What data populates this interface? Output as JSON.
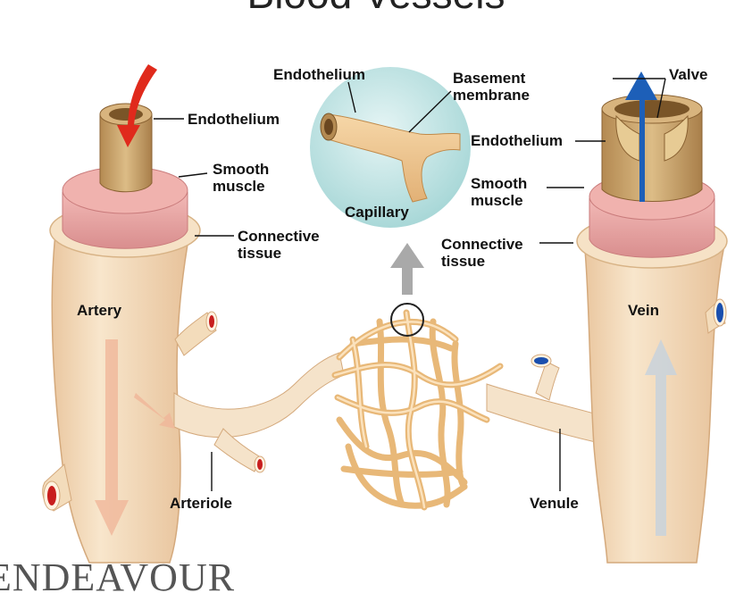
{
  "title": "Blood Vessels",
  "brand": "ENDEAVOUR",
  "footer_note": "",
  "labels": {
    "artery": {
      "endothelium": "Endothelium",
      "smooth_muscle": "Smooth\nmuscle",
      "connective_tissue": "Connective\ntissue",
      "vessel": "Artery"
    },
    "capillary": {
      "endothelium": "Endothelium",
      "basement_membrane": "Basement\nmembrane",
      "vessel": "Capillary"
    },
    "vein": {
      "valve": "Valve",
      "endothelium": "Endothelium",
      "smooth_muscle": "Smooth\nmuscle",
      "connective_tissue": "Connective\ntissue",
      "vessel": "Vein"
    },
    "arteriole": "Arteriole",
    "venule": "Venule"
  },
  "colors": {
    "tissue": "#f3dcbb",
    "tissue_shadow": "#e4c39a",
    "muscle": "#e8a8a8",
    "endothelium": "#c9a36a",
    "capillary": "#eec58d",
    "bubble": "#c5e6e6",
    "arterial_flow": "#e8301f",
    "venous_flow": "#1d5fb8",
    "lumen_red": "#c81e1e",
    "lumen_blue": "#1a4fae"
  }
}
